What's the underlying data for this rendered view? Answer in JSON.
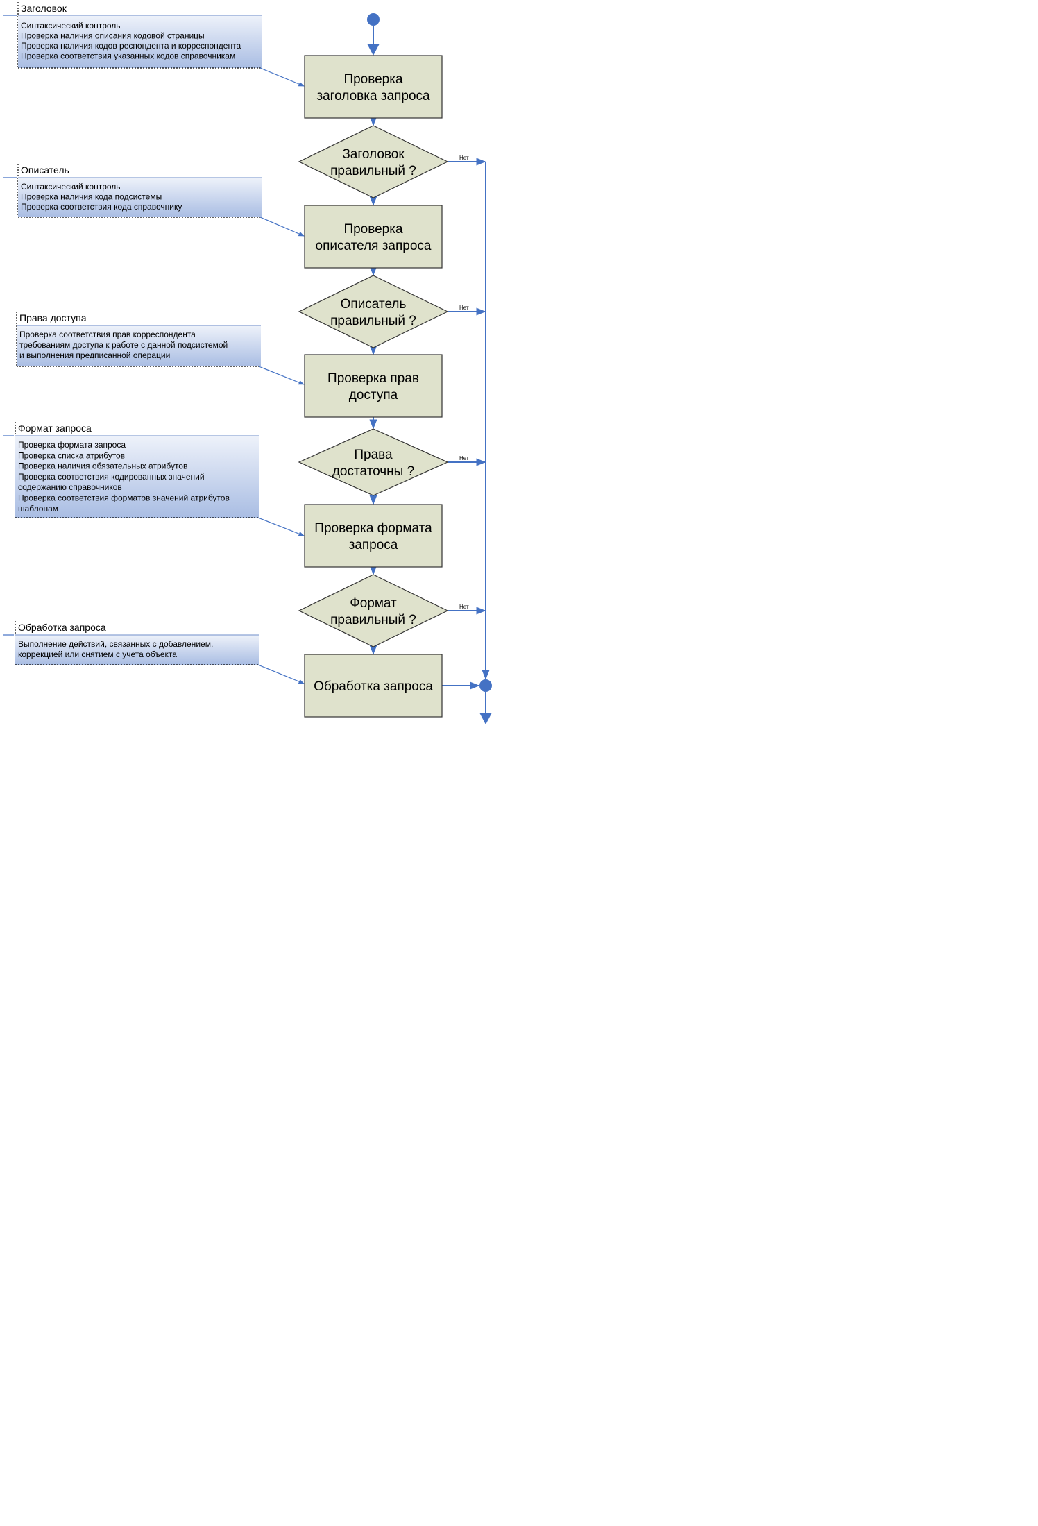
{
  "colors": {
    "connector": "#4472c4",
    "node_fill": "#dfe2cc",
    "node_stroke": "#333333",
    "annot_top": "#eef2fa",
    "annot_bottom": "#a9bde3"
  },
  "no_label": "Нет",
  "nodes": {
    "start": {
      "kind": "start-circle"
    },
    "process_header": {
      "kind": "process",
      "lines": [
        "Проверка",
        "заголовка запроса"
      ]
    },
    "decision_header": {
      "kind": "decision",
      "lines": [
        "Заголовок",
        "правильный ?"
      ]
    },
    "process_descriptor": {
      "kind": "process",
      "lines": [
        "Проверка",
        "описателя запроса"
      ]
    },
    "decision_descriptor": {
      "kind": "decision",
      "lines": [
        "Описатель",
        "правильный ?"
      ]
    },
    "process_access": {
      "kind": "process",
      "lines": [
        "Проверка прав",
        "доступа"
      ]
    },
    "decision_access": {
      "kind": "decision",
      "lines": [
        "Права",
        "достаточны ?"
      ]
    },
    "process_format": {
      "kind": "process",
      "lines": [
        "Проверка формата",
        "запроса"
      ]
    },
    "decision_format": {
      "kind": "decision",
      "lines": [
        "Формат",
        "правильный ?"
      ]
    },
    "process_handling": {
      "kind": "process",
      "lines": [
        "Обработка запроса"
      ]
    },
    "merge": {
      "kind": "merge-circle"
    },
    "end": {
      "kind": "end-arrow"
    }
  },
  "annotations": [
    {
      "id": "header",
      "title": "Заголовок",
      "lines": [
        "Синтаксический контроль",
        "Проверка наличия описания кодовой страницы",
        "Проверка наличия кодов респондента и корреспондента",
        "Проверка соответствия указанных кодов справочникам"
      ]
    },
    {
      "id": "descriptor",
      "title": "Описатель",
      "lines": [
        "Синтаксический контроль",
        "Проверка наличия кода подсистемы",
        "Проверка соответствия кода справочнику"
      ]
    },
    {
      "id": "access",
      "title": "Права доступа",
      "lines": [
        "Проверка соответствия прав корреспондента",
        "требованиям доступа к работе с данной подсистемой",
        "и выполнения предписанной операции"
      ]
    },
    {
      "id": "format",
      "title": "Формат запроса",
      "lines": [
        "Проверка формата запроса",
        "Проверка списка атрибутов",
        "Проверка наличия обязательных атрибутов",
        "Проверка соответствия кодированных значений",
        "содержанию справочников",
        "Проверка соответствия форматов значений атрибутов",
        "шаблонам"
      ]
    },
    {
      "id": "handling",
      "title": "Обработка запроса",
      "lines": [
        "Выполнение действий, связанных с добавлением,",
        "коррекцией или снятием с учета объекта"
      ]
    }
  ]
}
